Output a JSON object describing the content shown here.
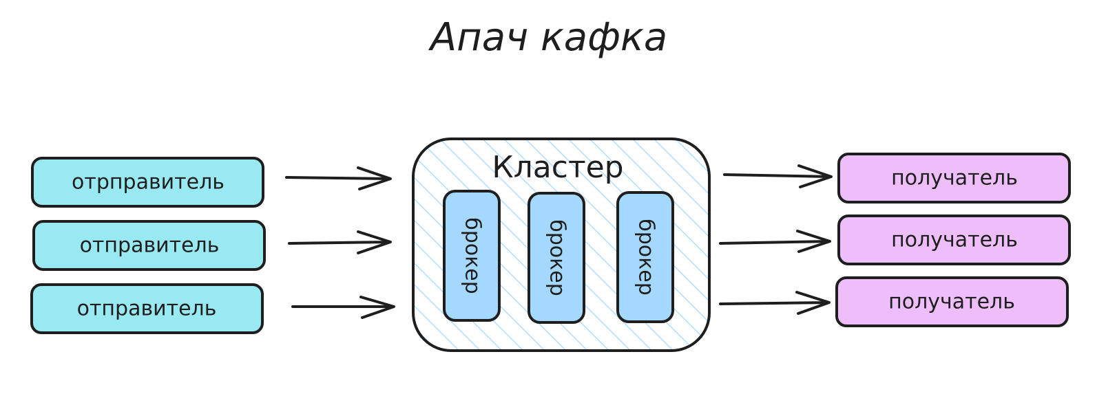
{
  "title": "Апач кафка",
  "cluster": {
    "label": "Кластер"
  },
  "brokers": [
    "брокер",
    "брокер",
    "брокер"
  ],
  "senders": [
    "отрправитель",
    "отправитель",
    "отправитель"
  ],
  "receivers": [
    "получатель",
    "получатель",
    "получатель"
  ],
  "colors": {
    "sender_fill": "#99e9f2",
    "receiver_fill": "#eebefa",
    "broker_fill": "#a5d8ff",
    "hatch": "#a5d8ff",
    "stroke": "#1e1e1e"
  }
}
